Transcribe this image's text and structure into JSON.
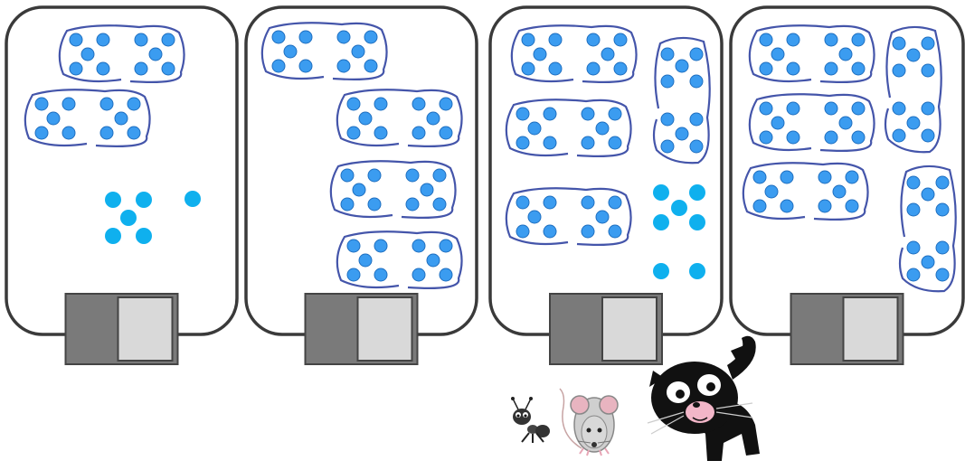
{
  "colors": {
    "panel_border": "#3a3a3a",
    "dot_fill": "#3b9cf0",
    "dot_stroke": "#1f6fc0",
    "loose_dot": "#0fb0ee",
    "group_outline": "#4455aa",
    "device_dark": "#7a7a7a",
    "device_light": "#d9d9d9"
  },
  "icons": {
    "ant": "ant-icon",
    "mouse": "mouse-icon",
    "cat": "cat-icon"
  },
  "panels": [
    {
      "name": "panel-1",
      "groups_of_ten": 2,
      "loose_dots": 6,
      "total": 26
    },
    {
      "name": "panel-2",
      "groups_of_ten": 4,
      "loose_dots": 0,
      "total": 40
    },
    {
      "name": "panel-3",
      "groups_of_ten": 4,
      "loose_dots": 7,
      "total": 47
    },
    {
      "name": "panel-4",
      "groups_of_ten": 5,
      "loose_dots": 0,
      "total": 50
    }
  ]
}
